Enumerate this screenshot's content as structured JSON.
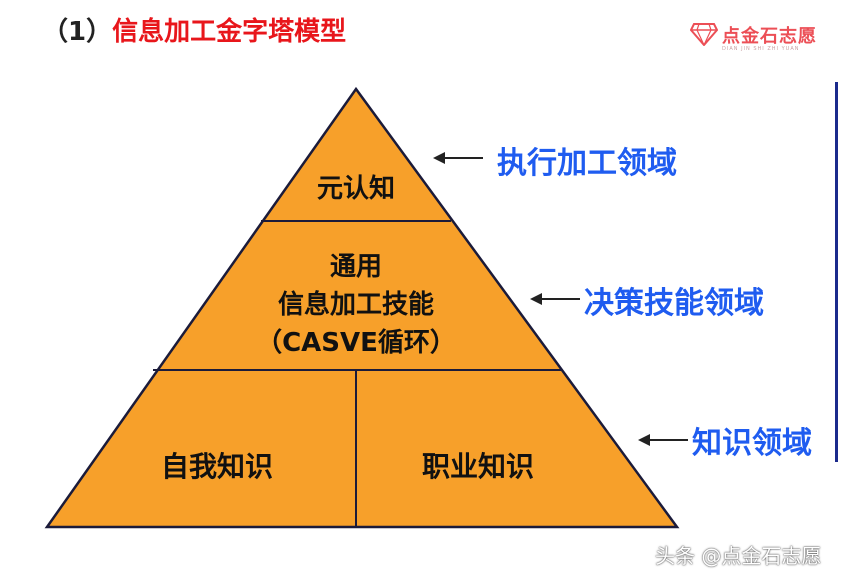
{
  "title": {
    "number": "（1）",
    "text": "信息加工金字塔模型"
  },
  "logo": {
    "text": "点金石志愿",
    "sub": "DIAN JIN SHI ZHI YUAN"
  },
  "pyramid": {
    "top": "元认知",
    "middle": [
      "通用",
      "信息加工技能",
      "（CASVE循环）"
    ],
    "bottom_left": "自我知识",
    "bottom_right": "职业知识"
  },
  "domains": [
    "执行加工领域",
    "决策技能领域",
    "知识领域"
  ],
  "watermark": "头条 @点金石志愿",
  "colors": {
    "fill": "#f7a02a",
    "line": "#1b1b3a",
    "domain_text": "#1f5cf0",
    "title_red": "#e8161b"
  }
}
